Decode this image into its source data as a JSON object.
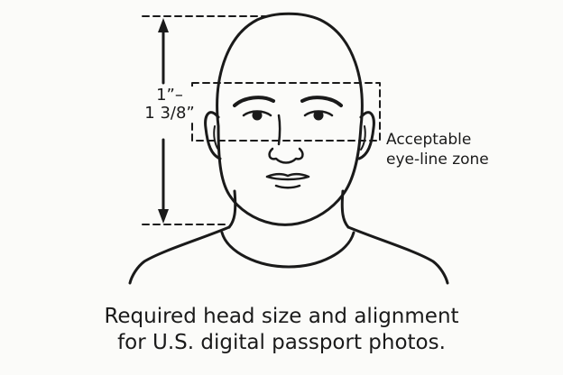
{
  "figure": {
    "measurement": {
      "line1": "1”–",
      "line2": "1 3/8”"
    },
    "zone_label": {
      "line1": "Acceptable",
      "line2": "eye-line zone"
    },
    "caption": {
      "line1": "Required head size and alignment",
      "line2": "for U.S. digital passport photos."
    },
    "colors": {
      "ink": "#1a1a1a",
      "background": "#fbfbf9"
    }
  }
}
